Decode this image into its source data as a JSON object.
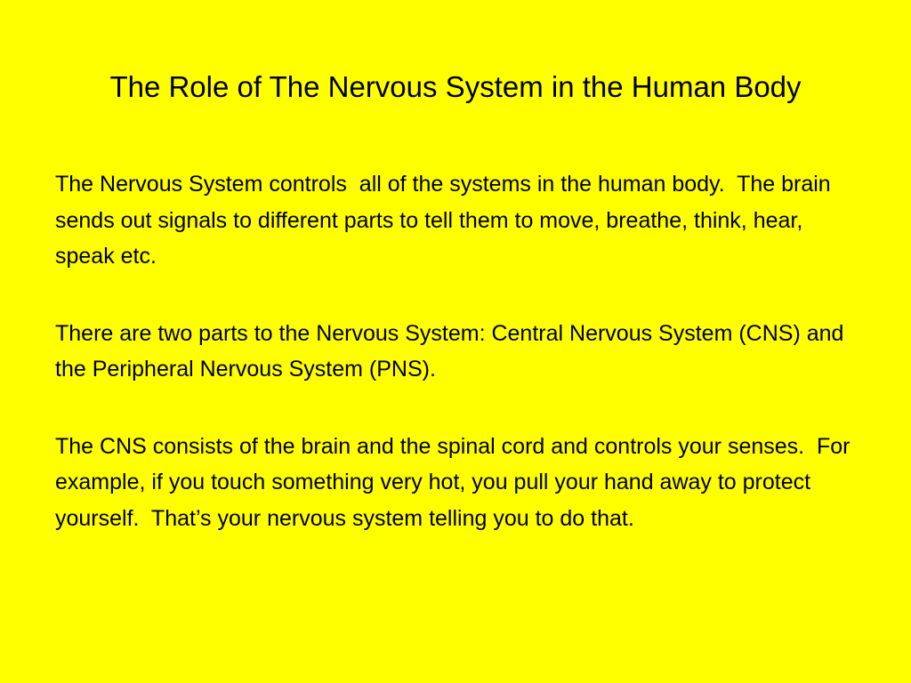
{
  "slide": {
    "title": "The Role of The Nervous System in the Human Body",
    "paragraphs": [
      "The Nervous System controls  all of the systems in the human body.  The brain sends out signals to different parts to tell them to move, breathe, think, hear, speak etc.",
      "There are two parts to the Nervous System: Central Nervous System (CNS) and the Peripheral Nervous System (PNS).",
      "The CNS consists of the brain and the spinal cord and controls your senses.  For example, if you touch something very hot, you pull your hand away to protect yourself.  That’s your nervous system telling you to do that."
    ],
    "background_color": "#ffff00",
    "text_color": "#000000"
  }
}
